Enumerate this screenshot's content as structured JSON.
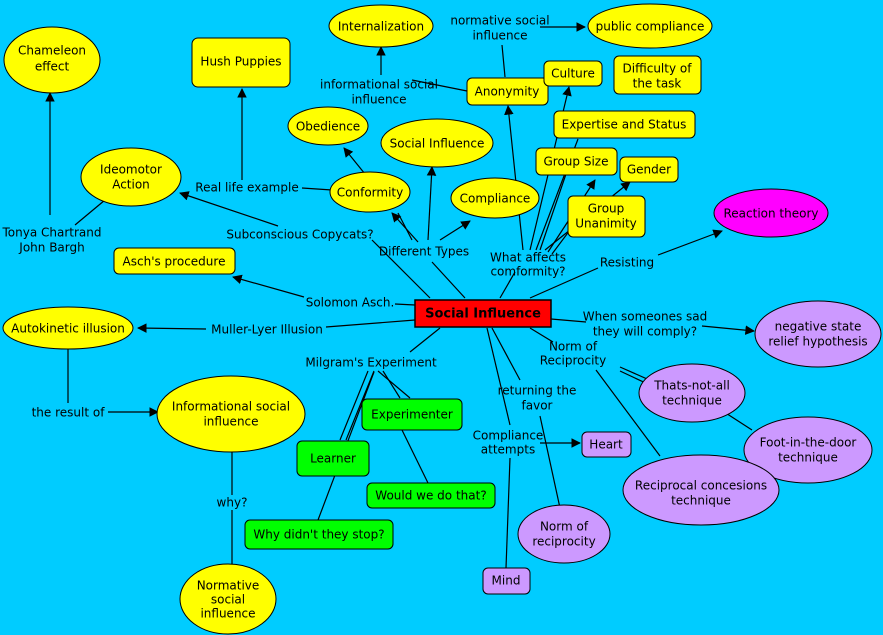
{
  "colors": {
    "background": "#00ccff",
    "yellow": "#ffff00",
    "green": "#00ff00",
    "purple": "#cc99ff",
    "magenta": "#ff00ff",
    "red": "#ff0000"
  },
  "nodes": {
    "social_influence": "Social Influence",
    "chameleon": [
      "Chameleon",
      "effect"
    ],
    "hush_puppies": "Hush Puppies",
    "internalization": "Internalization",
    "public_compliance": "public compliance",
    "anonymity": "Anonymity",
    "culture": "Culture",
    "difficulty": [
      "Difficulty of",
      "the task"
    ],
    "obedience": "Obedience",
    "social_influence_small": "Social Influence",
    "expertise": "Expertise and Status",
    "ideomotor": [
      "Ideomotor",
      "Action"
    ],
    "conformity": "Conformity",
    "group_size": "Group Size",
    "gender": "Gender",
    "compliance": "Compliance",
    "group_unanimity": [
      "Group",
      "Unanimity"
    ],
    "reaction_theory": "Reaction theory",
    "aschs_procedure": "Asch's procedure",
    "autokinetic": "Autokinetic illusion",
    "negative_state": [
      "negative state",
      "relief hypothesis"
    ],
    "thats_not_all": [
      "Thats-not-all",
      "technique"
    ],
    "informational": [
      "Informational social",
      "influence"
    ],
    "experimenter": "Experimenter",
    "foot_in_door": [
      "Foot-in-the-door",
      "technique"
    ],
    "learner": "Learner",
    "heart": "Heart",
    "reciprocal": [
      "Reciprocal concesions",
      "technique"
    ],
    "would_we": "Would we do that?",
    "why_didnt": "Why didn't they stop?",
    "norm_reciprocity": [
      "Norm of",
      "reciprocity"
    ],
    "mind": "Mind",
    "normative": [
      "Normative",
      "social",
      "influence"
    ]
  },
  "labels": {
    "normative_social_influence": [
      "normative social",
      "influence"
    ],
    "informational_social_influence": [
      "informational social",
      "influence"
    ],
    "real_life_example": "Real life example",
    "tonya": [
      "Tonya Chartrand",
      "John Bargh"
    ],
    "subconscious": "Subconscious Copycats?",
    "different_types": "Different Types",
    "what_affects": [
      "What affects",
      "comformity?"
    ],
    "resisting": "Resisting",
    "solomon": "Solomon Asch.",
    "muller_lyer": "Muller-Lyer Illusion",
    "when_someones": [
      "When someones sad",
      "they will comply?"
    ],
    "norm_of_reciprocity_label": [
      "Norm of",
      "Reciprocity"
    ],
    "milgram": "Milgram's Experiment",
    "returning_favor": [
      "returning the",
      "favor"
    ],
    "the_result_of": "the result of",
    "compliance_attempts": [
      "Compliance",
      "attempts"
    ],
    "why": "why?"
  }
}
